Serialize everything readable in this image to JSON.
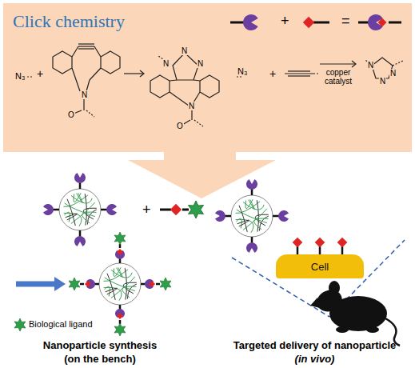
{
  "diagram": {
    "title": "Click chemistry",
    "nodes": [
      {
        "text": [
          "Cell"
        ]
      }
    ],
    "labels": [
      "N₃",
      "+",
      "N",
      "O",
      "N",
      "N",
      "N",
      "N",
      "O",
      "N₃",
      "+",
      "copper catalyst",
      "N",
      "N",
      "N",
      "+",
      "=",
      "+",
      "Nanoparticle synthesis",
      "(on the bench)",
      "Targeted delivery of nanoparticle",
      "(in vivo)"
    ],
    "legend": [
      {
        "text": "Biological ligand"
      }
    ]
  }
}
